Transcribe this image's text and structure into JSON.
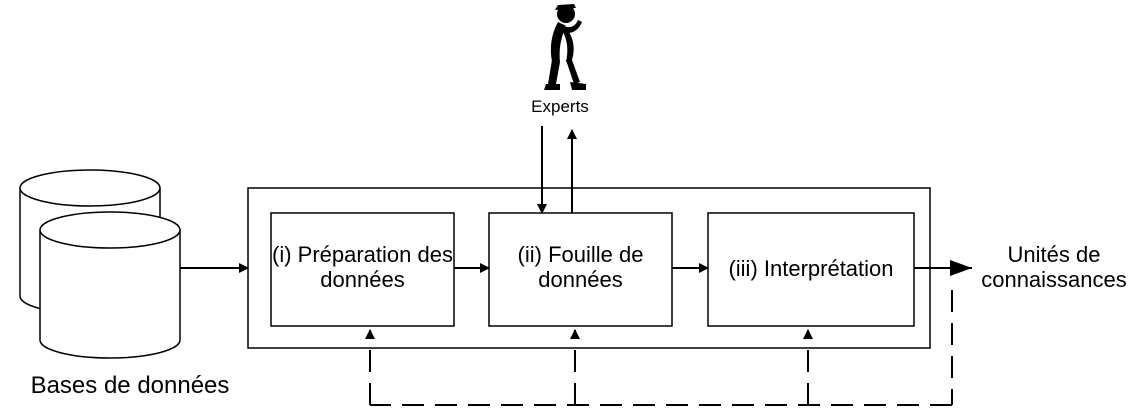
{
  "diagram": {
    "steps": [
      {
        "label": "(i) Préparation des données"
      },
      {
        "label": "(ii) Fouille de données"
      },
      {
        "label": "(iii) Interprétation"
      }
    ],
    "experts_label": "Experts",
    "source_label": "Bases de données",
    "output_label": "Unités de connaissances"
  }
}
